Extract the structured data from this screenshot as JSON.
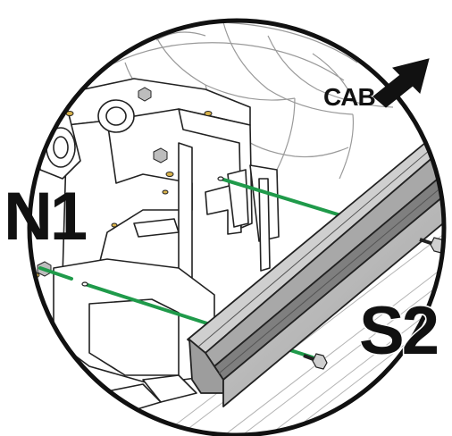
{
  "labels": {
    "part_left": "N1",
    "part_right": "S2",
    "direction": "CAB"
  },
  "icons": {
    "direction_arrow": "arrow-up-right-icon",
    "fastener": "bolt-icon",
    "nut": "hex-nut-icon"
  },
  "colors": {
    "line_art": "#222222",
    "light_line": "#9a9a9a",
    "guide_lines": "#1f9a4a",
    "rail_fill": "#b9b9b9",
    "rail_dark": "#7a7a7a",
    "bolt_fill": "#cfcfcf",
    "washer_fill": "#d8b24a",
    "circle_border": "#111111"
  }
}
